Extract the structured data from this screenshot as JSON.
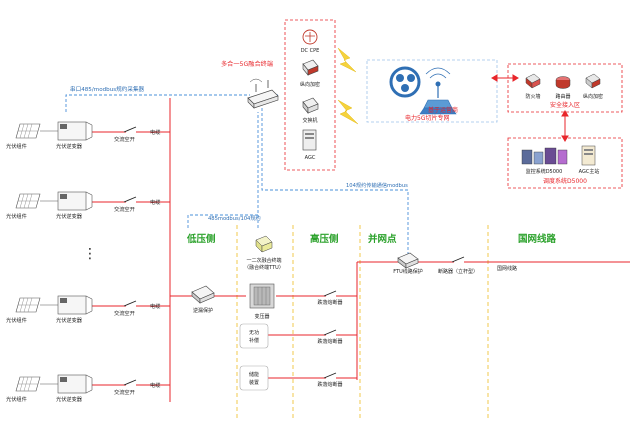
{
  "pv_rows": [
    {
      "panel": "光伏组件",
      "inverter": "光伏逆变器",
      "switch": "交流空开",
      "cable": "电缆"
    },
    {
      "panel": "光伏组件",
      "inverter": "光伏逆变器",
      "switch": "交流空开",
      "cable": "电缆"
    },
    {
      "panel": "光伏组件",
      "inverter": "光伏逆变器",
      "switch": "交流空开",
      "cable": "电缆"
    },
    {
      "panel": "光伏组件",
      "inverter": "光伏逆变器",
      "switch": "交流空开",
      "cable": "电缆"
    }
  ],
  "ellipsis": "⋮",
  "serial_bus_label": "串口485/modbus规约采集器",
  "terminal_label": "多合一5G融合终端",
  "terminal_modules": [
    {
      "icon": "dc-cpe-router-icon",
      "label": "DC CPE"
    },
    {
      "icon": "vertical-encryption-icon",
      "label": "纵向加密"
    },
    {
      "icon": "switch-device-icon",
      "label": "交换机"
    },
    {
      "icon": "agc-device-icon",
      "label": "AGC"
    }
  ],
  "cloud": {
    "line1": "基于运营商",
    "line2": "电力5G切片专网"
  },
  "security": {
    "label": "安全接入区",
    "items": [
      {
        "icon": "firewall-icon",
        "label": "防火墙"
      },
      {
        "icon": "router-icon",
        "label": "路由器"
      },
      {
        "icon": "encryption-icon",
        "label": "纵向加密"
      }
    ]
  },
  "dispatch": {
    "label": "调度系统D5000",
    "items": [
      {
        "icon": "monitor-system-icon",
        "label": "监控系统D5000"
      },
      {
        "icon": "agc-host-icon",
        "label": "AGC主站"
      }
    ]
  },
  "comm_label_104": "104规约传输通信modbus",
  "comm_label_485": "485modbus/104规约",
  "sections": {
    "low": "低压侧",
    "high": "高压侧",
    "grid": "并网点",
    "line": "国网线路"
  },
  "fusion_terminal": {
    "line1": "一二次融合终端",
    "line2": "（融合终端TTU）"
  },
  "leakage_protect": "逆漏保护",
  "transformer": "变压器",
  "reactive": {
    "line1": "无功",
    "line2": "补偿"
  },
  "storage": {
    "line1": "储能",
    "line2": "装置"
  },
  "breakers": [
    "跌落熔断器",
    "跌落熔断器",
    "跌落熔断器"
  ],
  "ftu_label": "FTU线路保护",
  "breaker_label": "断路器（立杆型）",
  "grid_line_label": "国网线路",
  "colors": {
    "red": "#e8262b",
    "blue": "#4a90d9",
    "green": "#2aa12a",
    "yellow": "#f2c94c",
    "lightning": "#f5d23d"
  }
}
